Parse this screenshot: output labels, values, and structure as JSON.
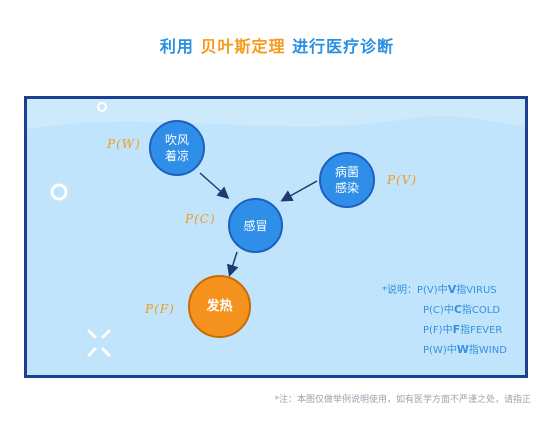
{
  "title": {
    "part1": "利用 ",
    "highlight": "贝叶斯定理",
    "part2": " 进行医疗诊断"
  },
  "nodes": {
    "wind": {
      "line1": "吹风",
      "line2": "着凉",
      "prob_label": "P(W)"
    },
    "virus": {
      "line1": "病菌",
      "line2": "感染",
      "prob_label": "P(V)"
    },
    "cold": {
      "label": "感冒",
      "prob_label": "P(C)"
    },
    "fever": {
      "label": "发热",
      "prob_label": "P(F)"
    }
  },
  "legend": {
    "rows": [
      {
        "prefix": "*说明：P(V)中",
        "bold": "V",
        "suffix": "指VIRUS"
      },
      {
        "prefix": "P(C)中",
        "bold": "C",
        "suffix": "指COLD"
      },
      {
        "prefix": "P(F)中",
        "bold": "F",
        "suffix": "指FEVER"
      },
      {
        "prefix": "P(W)中",
        "bold": "W",
        "suffix": "指WIND"
      }
    ]
  },
  "footnote": "*注：本图仅做举例说明使用，如有医学方面不严谨之处，请指正",
  "colors": {
    "title_blue": "#2a8fe0",
    "title_orange": "#f59a1a",
    "node_blue": "#2f8fe8",
    "node_orange": "#f5921e",
    "panel_border": "#1d3f8f",
    "panel_bg": "#bfe4fb",
    "arrow": "#1e3a6e"
  }
}
